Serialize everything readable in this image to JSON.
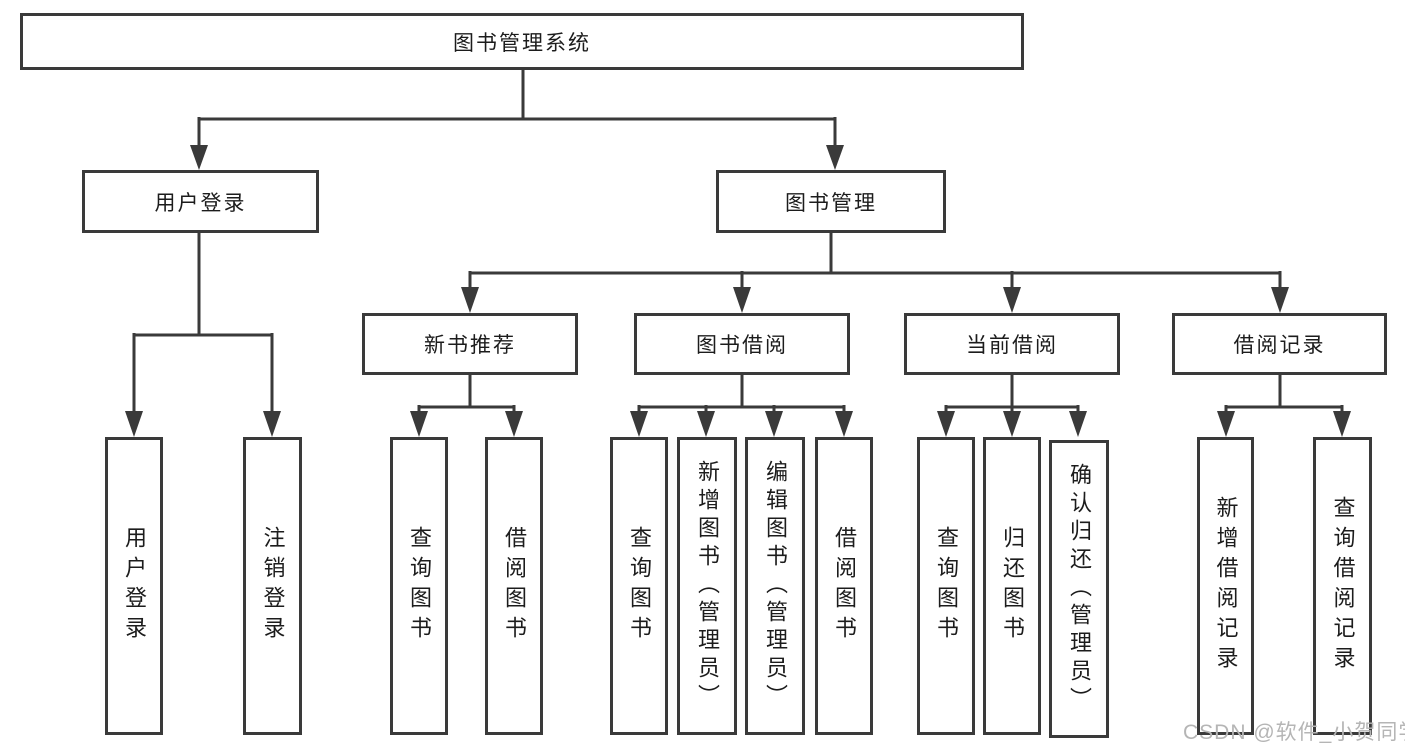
{
  "diagram_title": "图书管理系统",
  "tree": {
    "label": "图书管理系统",
    "children": [
      {
        "label": "用户登录",
        "children": [
          {
            "label": "用户登录"
          },
          {
            "label": "注销登录"
          }
        ]
      },
      {
        "label": "图书管理",
        "children": [
          {
            "label": "新书推荐",
            "children": [
              {
                "label": "查询图书"
              },
              {
                "label": "借阅图书"
              }
            ]
          },
          {
            "label": "图书借阅",
            "children": [
              {
                "label": "查询图书"
              },
              {
                "label": "新增图书（管理员）"
              },
              {
                "label": "编辑图书（管理员）"
              },
              {
                "label": "借阅图书"
              }
            ]
          },
          {
            "label": "当前借阅",
            "children": [
              {
                "label": "查询图书"
              },
              {
                "label": "归还图书"
              },
              {
                "label": "确认归还（管理员）"
              }
            ]
          },
          {
            "label": "借阅记录",
            "children": [
              {
                "label": "新增借阅记录"
              },
              {
                "label": "查询借阅记录"
              }
            ]
          }
        ]
      }
    ]
  },
  "watermark": "CSDN @软件_小贺同学",
  "colors": {
    "line": "#3a3a3a",
    "text": "#1c1c1c",
    "watermark": "#b5b5b5",
    "background": "#ffffff"
  }
}
